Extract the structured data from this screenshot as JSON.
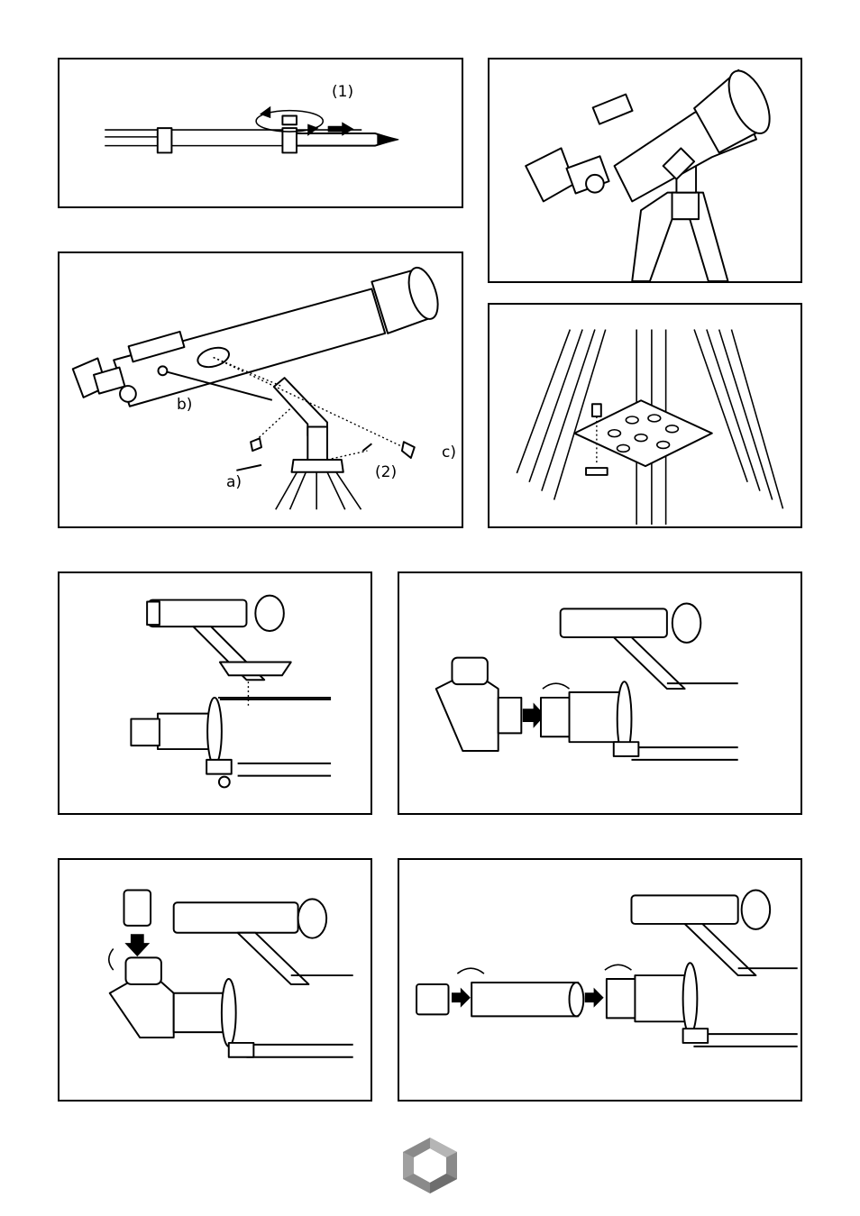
{
  "panels": {
    "p1": {
      "label_1": "(1)"
    },
    "p3": {
      "label_a": "a)",
      "label_b": "b)",
      "label_c": "c)",
      "label_2": "(2)"
    }
  },
  "logo": {
    "color": "#8a8a8a",
    "icon": "hexagon-aperture-icon"
  }
}
